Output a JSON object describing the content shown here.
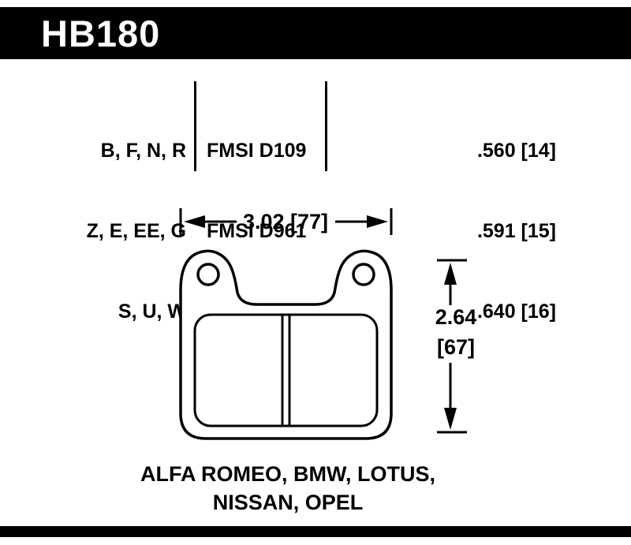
{
  "header": {
    "part_number": "HB180"
  },
  "spec_table": {
    "compound_rows": [
      "B, F, N, R",
      "Z, E, EE, G",
      "S, U, W"
    ],
    "fmsi_rows": [
      "FMSI D109",
      "FMSI D961"
    ],
    "thickness_rows": [
      ".560 [14]",
      ".591 [15]",
      ".640 [16]"
    ]
  },
  "diagram": {
    "width_dimension": "3.02 [77]",
    "height_dimension_in": "2.64",
    "height_dimension_mm": "[67]"
  },
  "applications": {
    "line1": "ALFA ROMEO, BMW, LOTUS,",
    "line2": "NISSAN, OPEL"
  },
  "colors": {
    "bar": "#000000",
    "background": "#ffffff",
    "line": "#000000"
  }
}
